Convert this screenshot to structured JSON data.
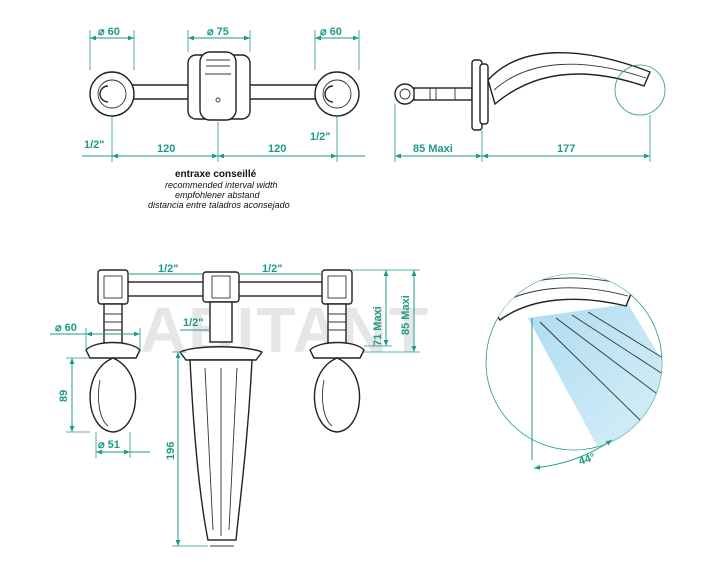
{
  "watermark": "ABITANT",
  "front_view": {
    "dim_left_diam": "⌀ 60",
    "dim_center_diam": "⌀ 75",
    "dim_right_diam": "⌀ 60",
    "dim_left_thread": "1/2\"",
    "dim_right_thread": "1/2\"",
    "dim_left_interval": "120",
    "dim_right_interval": "120"
  },
  "caption": {
    "line1": "entraxe conseillé",
    "line2": "recommended interval width",
    "line3": "empfohlener abstand",
    "line4": "distancia entre taladros aconsejado"
  },
  "side_view": {
    "dim_depth": "85  Maxi",
    "dim_reach": "177"
  },
  "bottom_view": {
    "dim_top_left_thread": "1/2\"",
    "dim_top_right_thread": "1/2\"",
    "dim_center_thread": "1/2\"",
    "dim_handle_diam": "⌀ 60",
    "dim_handle_height": "89",
    "dim_handle_base": "⌀ 51",
    "dim_spout_length": "196",
    "dim_71": "71  Maxi",
    "dim_85": "85  Maxi"
  },
  "detail_view": {
    "angle": "44°"
  }
}
